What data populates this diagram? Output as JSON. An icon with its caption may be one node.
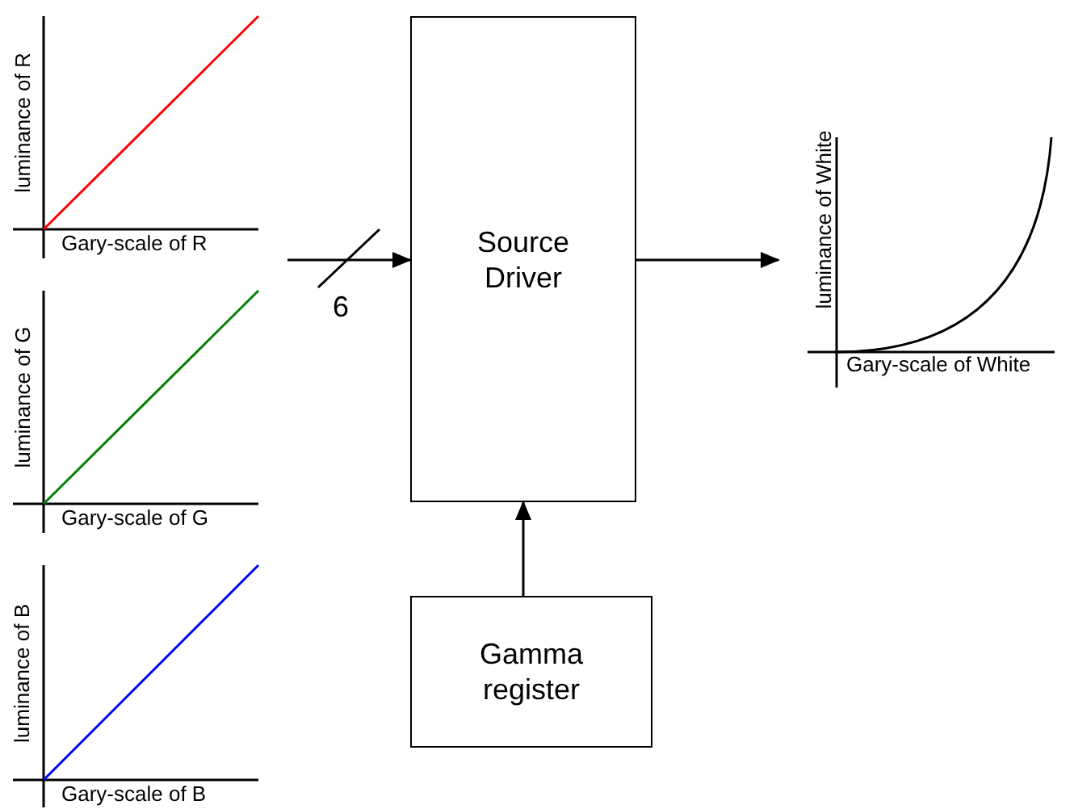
{
  "diagram": {
    "nodes": [
      {
        "text": [
          "Source Driver"
        ]
      },
      {
        "text": [
          "Gamma register"
        ]
      },
      {
        "text": [],
        "shape": "picture"
      }
    ],
    "edges": [
      {
        "from": null,
        "to": 0,
        "arrow": "to",
        "label": "6"
      },
      {
        "from": 0,
        "to": 2,
        "arrow": "to"
      },
      {
        "from": 1,
        "to": 0,
        "arrow": "to"
      }
    ],
    "labels": [
      "luminance of R",
      "Gary-scale of R",
      "luminance of G",
      "Gary-scale of G",
      "luminance of B",
      "Gary-scale of B",
      "luminance of White",
      "Gary-scale of White"
    ]
  }
}
